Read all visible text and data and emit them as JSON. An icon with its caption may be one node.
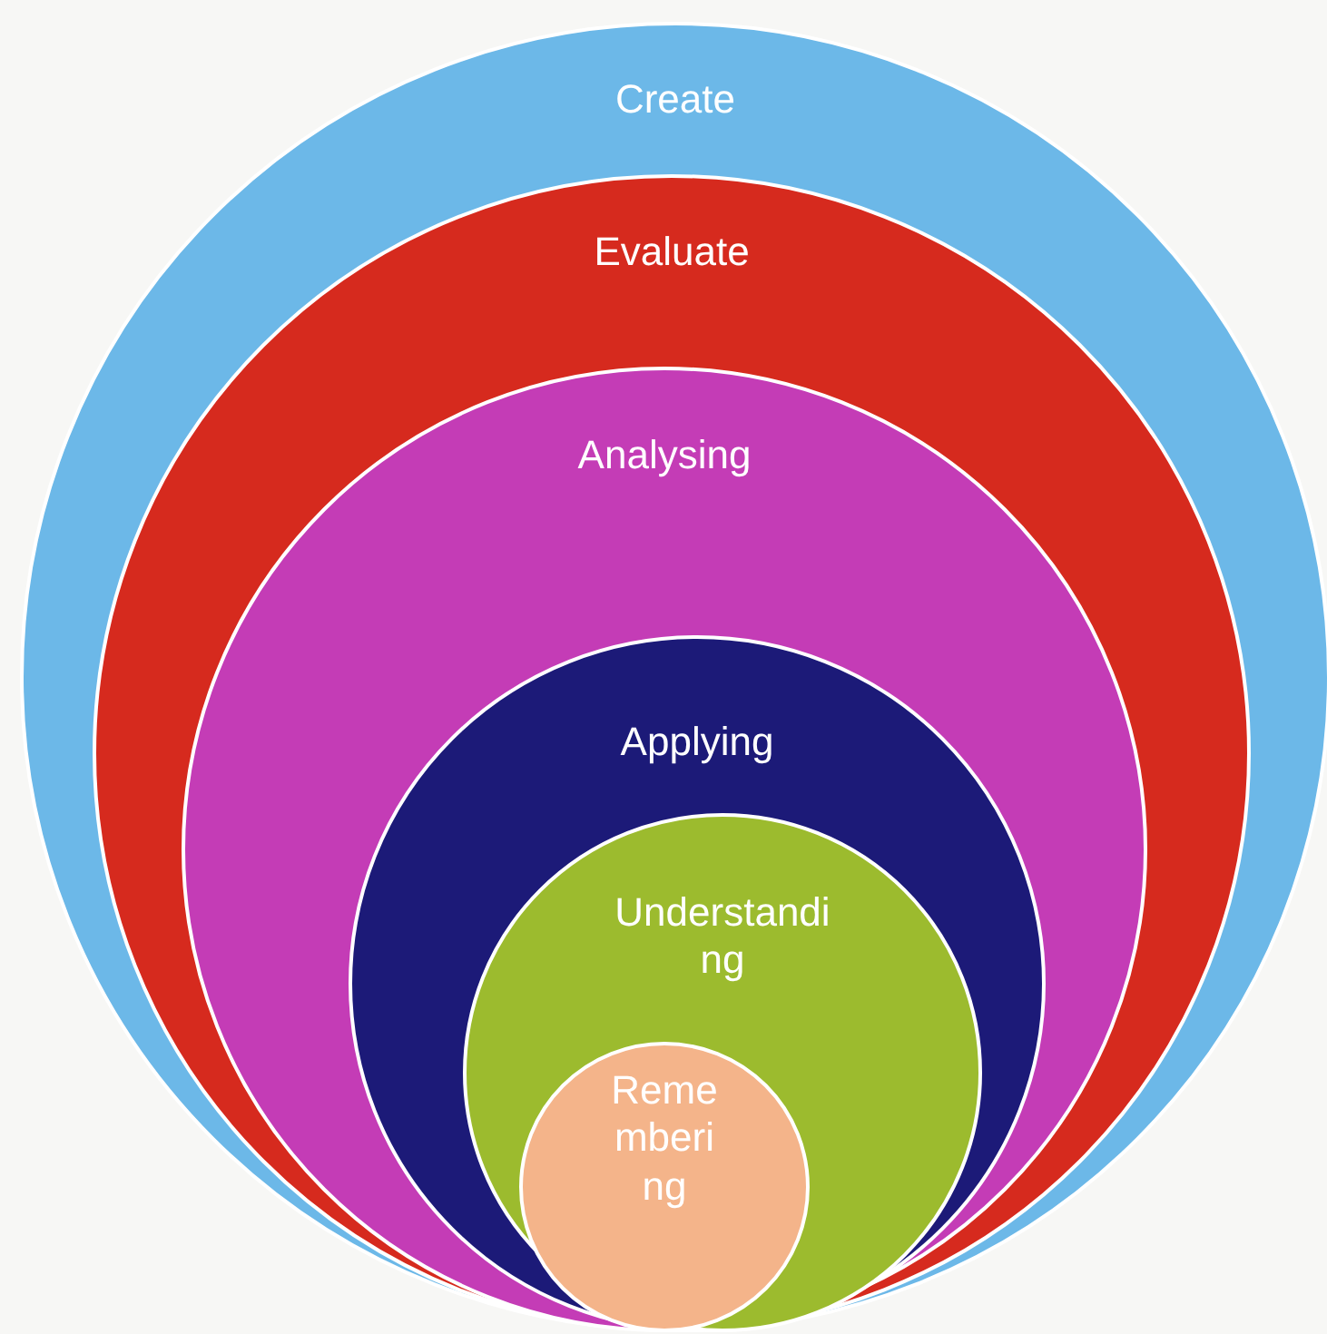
{
  "diagram": {
    "nodes": [
      {
        "text": [
          "Create"
        ]
      },
      {
        "text": [
          "Evaluate"
        ],
        "in": 0
      },
      {
        "text": [
          "Analysing"
        ],
        "in": 1
      },
      {
        "text": [
          "Applying"
        ],
        "in": 2
      },
      {
        "text": [
          "Understanding"
        ],
        "in": 3
      },
      {
        "text": [
          "Remembering"
        ],
        "in": 4
      }
    ]
  }
}
